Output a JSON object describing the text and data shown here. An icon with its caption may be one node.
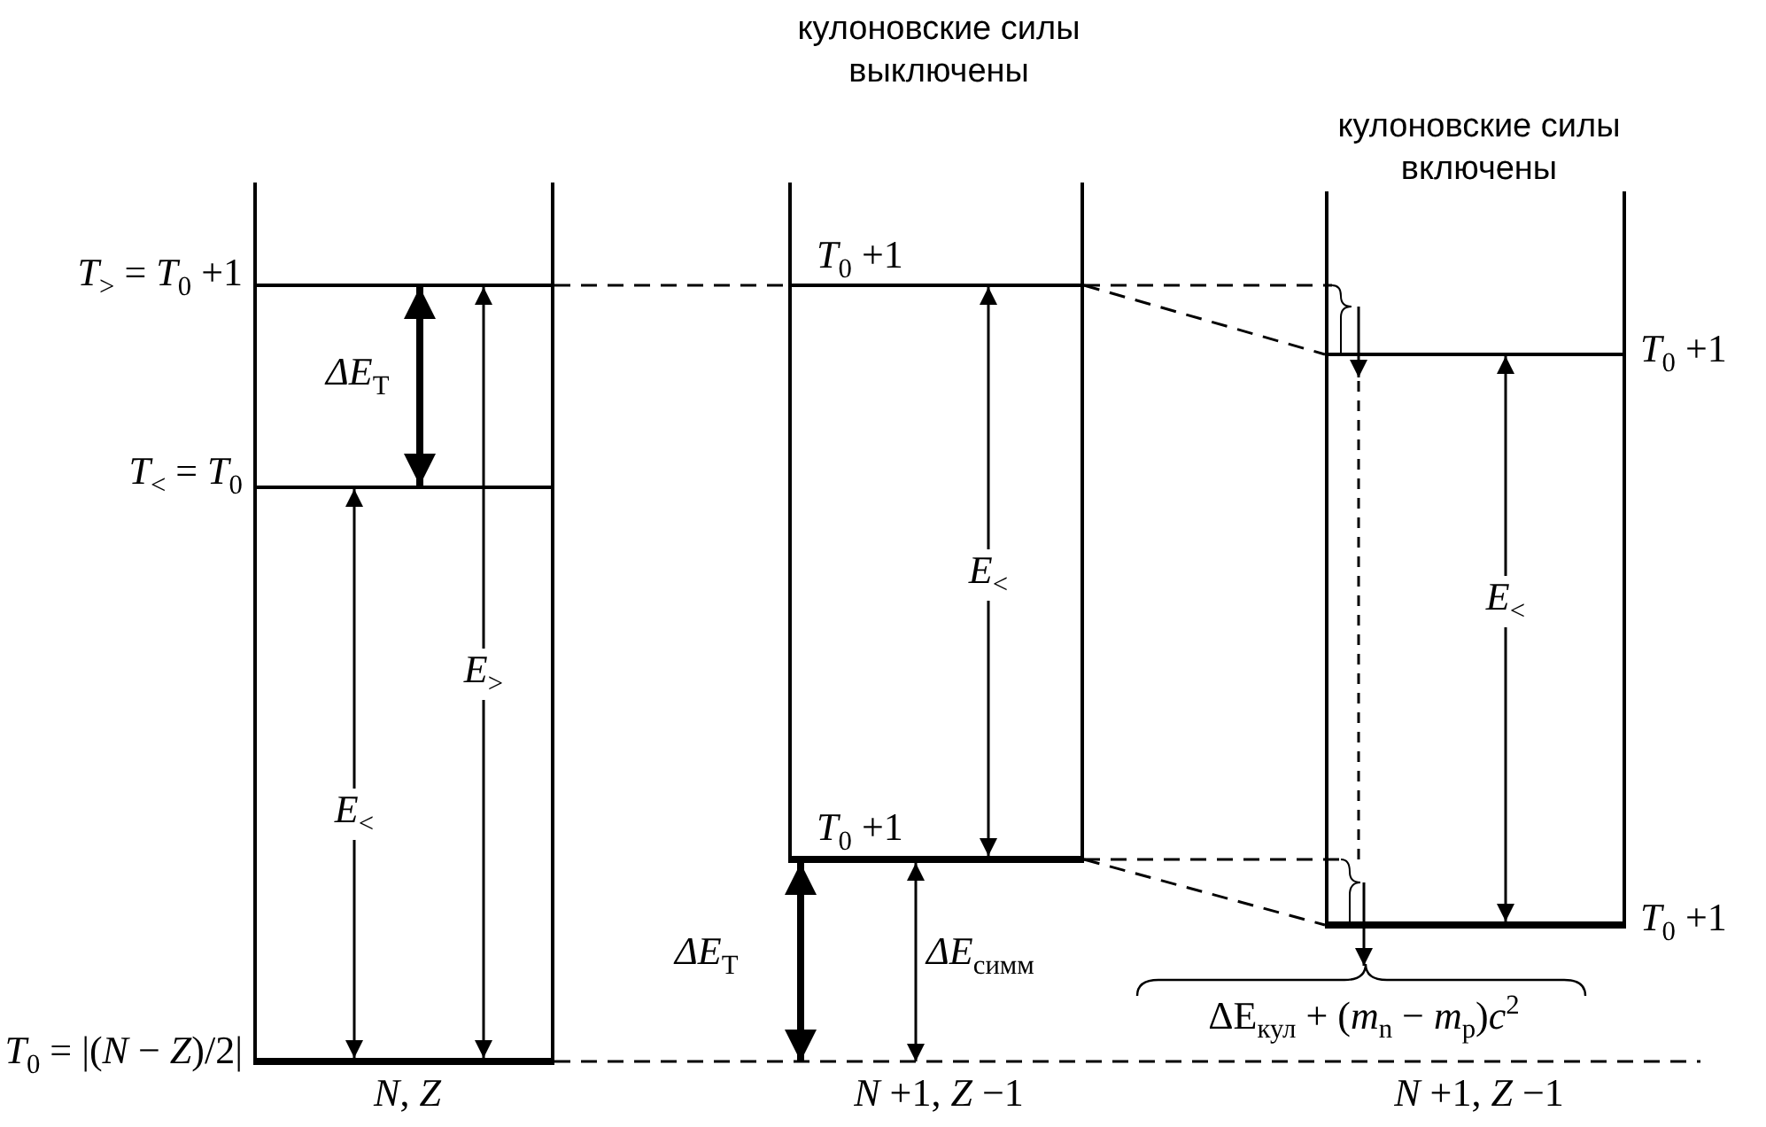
{
  "diagram": {
    "nodes": [
      {
        "text": [
          "*N*, *Z*"
        ]
      },
      {
        "text": [
          "кулоновские силы выключены",
          "*N* +1, *Z* −1"
        ]
      },
      {
        "text": [
          "кулоновские силы включены",
          "*N* +1, *Z* −1"
        ]
      },
      {
        "text": [],
        "shape": "bar",
        "in": 0,
        "beside": [
          "*T*$_{>}$ = *T*$_{0}$ +1"
        ]
      },
      {
        "text": [],
        "shape": "bar",
        "in": 0,
        "beside": [
          "*T*$_{<}$ = *T*$_{0}$"
        ]
      },
      {
        "text": [],
        "shape": "bar",
        "in": 0,
        "beside": [
          "*T*$_{0}$ = |(*N* − *Z*)/2|"
        ]
      },
      {
        "text": [],
        "shape": "bar",
        "in": 1,
        "beside": [
          "*T*$_{0}$ +1"
        ]
      },
      {
        "text": [],
        "shape": "bar",
        "in": 1,
        "beside": [
          "*T*$_{0}$ +1"
        ]
      },
      {
        "text": [],
        "shape": "bar",
        "in": 2,
        "beside": [
          "*T*$_{0}$ +1"
        ]
      },
      {
        "text": [],
        "shape": "bar",
        "in": 2,
        "beside": [
          "*T*$_{0}$ +1"
        ]
      }
    ],
    "edges": [
      {
        "from": 4,
        "to": 3,
        "arrow": "both",
        "style": "thick",
        "label": "ΔE$_{T}$"
      },
      {
        "from": 5,
        "to": 4,
        "arrow": "both",
        "label": "*E*$_{<}$"
      },
      {
        "from": 5,
        "to": 3,
        "arrow": "both",
        "label": "*E*$_{>}$"
      },
      {
        "from": 7,
        "to": 6,
        "arrow": "both",
        "label": "*E*$_{<}$"
      },
      {
        "from": null,
        "to": 7,
        "arrow": "both",
        "style": "thick",
        "label": "ΔE$_{T}$"
      },
      {
        "from": null,
        "to": 7,
        "arrow": "both",
        "label": "ΔE$_{симм}$"
      },
      {
        "from": 9,
        "to": 8,
        "arrow": "both",
        "label": "*E*$_{<}$"
      },
      {
        "from": 3,
        "to": 6,
        "arrow": "none",
        "style": "dashed"
      },
      {
        "from": 6,
        "to": 8,
        "arrow": "none",
        "style": "dashed"
      },
      {
        "from": 7,
        "to": 9,
        "arrow": "none",
        "style": "dashed"
      },
      {
        "from": 5,
        "to": null,
        "arrow": "none",
        "style": "dashed"
      }
    ],
    "labels": [
      "ΔE$_{кул}$ + (*m*$_{n}$ − *m*$_{p}$)*c*$^{2}$"
    ]
  }
}
